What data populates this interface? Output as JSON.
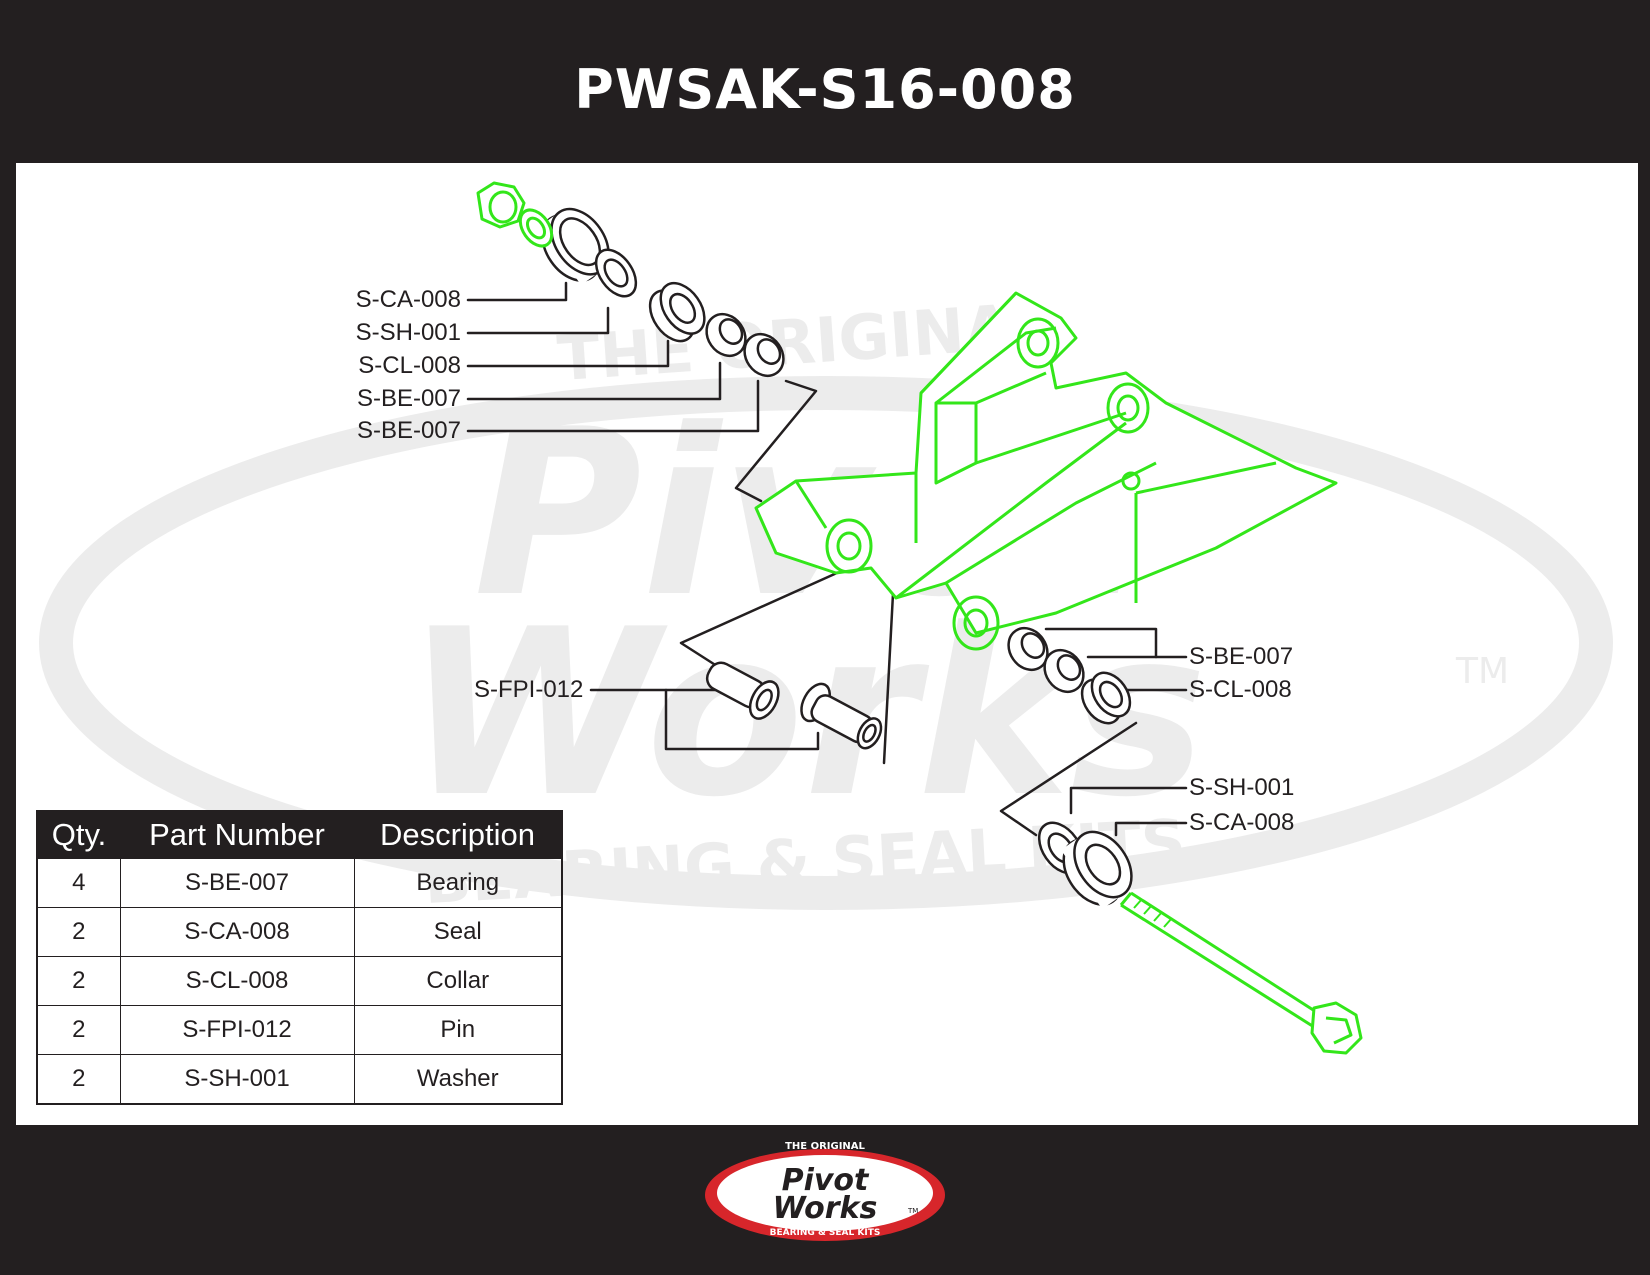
{
  "title": "PWSAK-S16-008",
  "watermark": {
    "top": "THE ORIGINAL",
    "line1": "Pivot",
    "line2": "Works",
    "bottom": "BEARING & SEAL KITS",
    "tm": "TM"
  },
  "callouts": {
    "left": [
      "S-CA-008",
      "S-SH-001",
      "S-CL-008",
      "S-BE-007",
      "S-BE-007"
    ],
    "pin": "S-FPI-012",
    "right_top": [
      "S-BE-007",
      "S-CL-008"
    ],
    "right_bottom": [
      "S-SH-001",
      "S-CA-008"
    ]
  },
  "table": {
    "headers": [
      "Qty.",
      "Part Number",
      "Description"
    ],
    "rows": [
      {
        "qty": "4",
        "part": "S-BE-007",
        "desc": "Bearing"
      },
      {
        "qty": "2",
        "part": "S-CA-008",
        "desc": "Seal"
      },
      {
        "qty": "2",
        "part": "S-CL-008",
        "desc": "Collar"
      },
      {
        "qty": "2",
        "part": "S-FPI-012",
        "desc": "Pin"
      },
      {
        "qty": "2",
        "part": "S-SH-001",
        "desc": "Washer"
      }
    ]
  },
  "logo": {
    "top": "THE ORIGINAL",
    "line1": "Pivot",
    "line2": "Works",
    "tm": "TM",
    "bottom": "BEARING & SEAL KITS"
  },
  "colors": {
    "background": "#231f20",
    "panel": "#ffffff",
    "highlight": "#33e61a",
    "line": "#231f20",
    "watermark": "#ececec",
    "logo_red": "#d7262b"
  }
}
